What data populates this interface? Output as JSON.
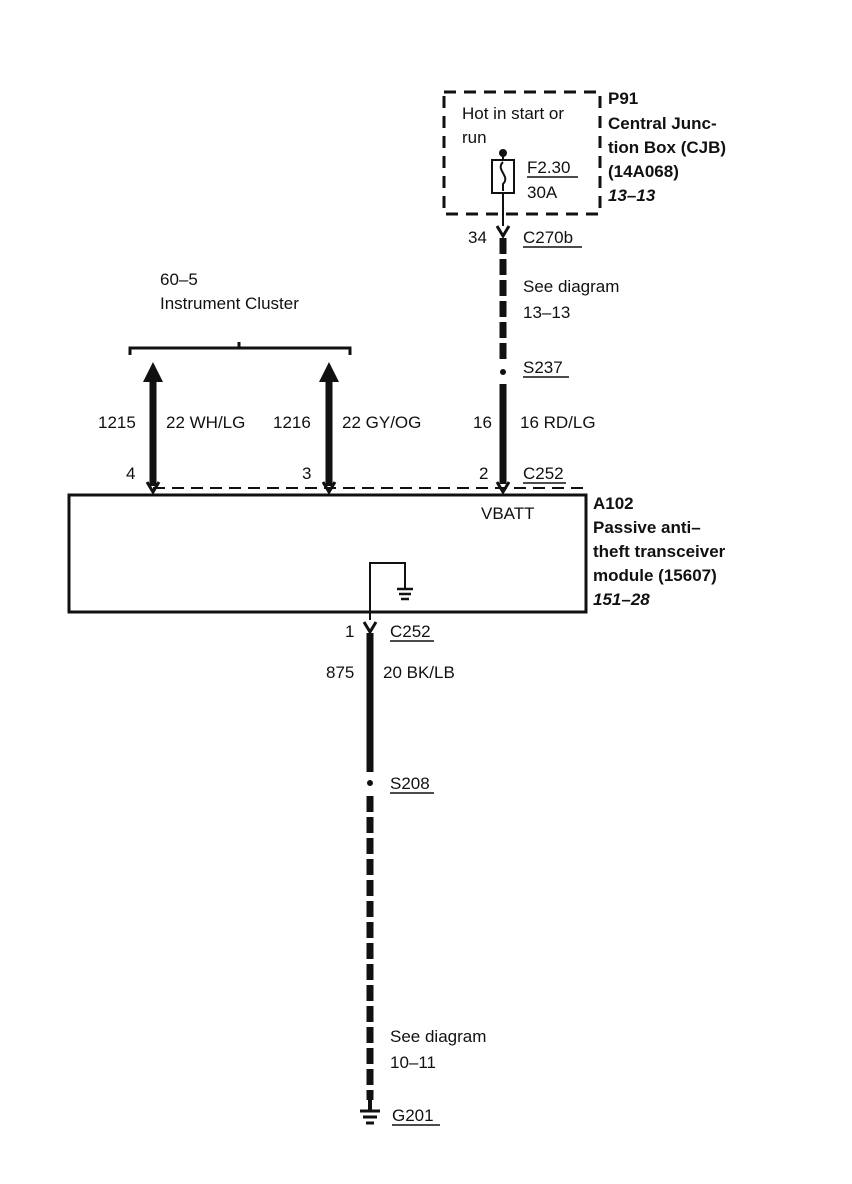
{
  "fuse_box": {
    "id": "P91",
    "name_lines": [
      "Central Junc-",
      "tion Box (CJB)",
      "(14A068)"
    ],
    "ref": "13–13",
    "hot_lines": [
      "Hot in start or",
      "run"
    ],
    "fuse_id": "F2.30",
    "fuse_rating": "30A"
  },
  "connector_c270b": {
    "pin": "34",
    "id": "C270b"
  },
  "see_diagram_top": [
    "See diagram",
    "13–13"
  ],
  "splice_s237": "S237",
  "cluster": {
    "ref": "60–5",
    "name": "Instrument Cluster"
  },
  "wires": [
    {
      "circuit": "1215",
      "gauge_color": "22 WH/LG",
      "pin": "4"
    },
    {
      "circuit": "1216",
      "gauge_color": "22 GY/OG",
      "pin": "3"
    },
    {
      "circuit": "16",
      "gauge_color": "16 RD/LG",
      "pin": "2"
    }
  ],
  "connector_c252_top": "C252",
  "module": {
    "id": "A102",
    "name_lines": [
      "Passive anti–",
      "theft transceiver",
      "module (15607)"
    ],
    "ref": "151–28",
    "pin_label": "VBATT"
  },
  "ground_wire": {
    "pin": "1",
    "connector": "C252",
    "circuit": "875",
    "gauge_color": "20 BK/LB"
  },
  "splice_s208": "S208",
  "see_diagram_bottom": [
    "See diagram",
    "10–11"
  ],
  "ground_point": "G201"
}
